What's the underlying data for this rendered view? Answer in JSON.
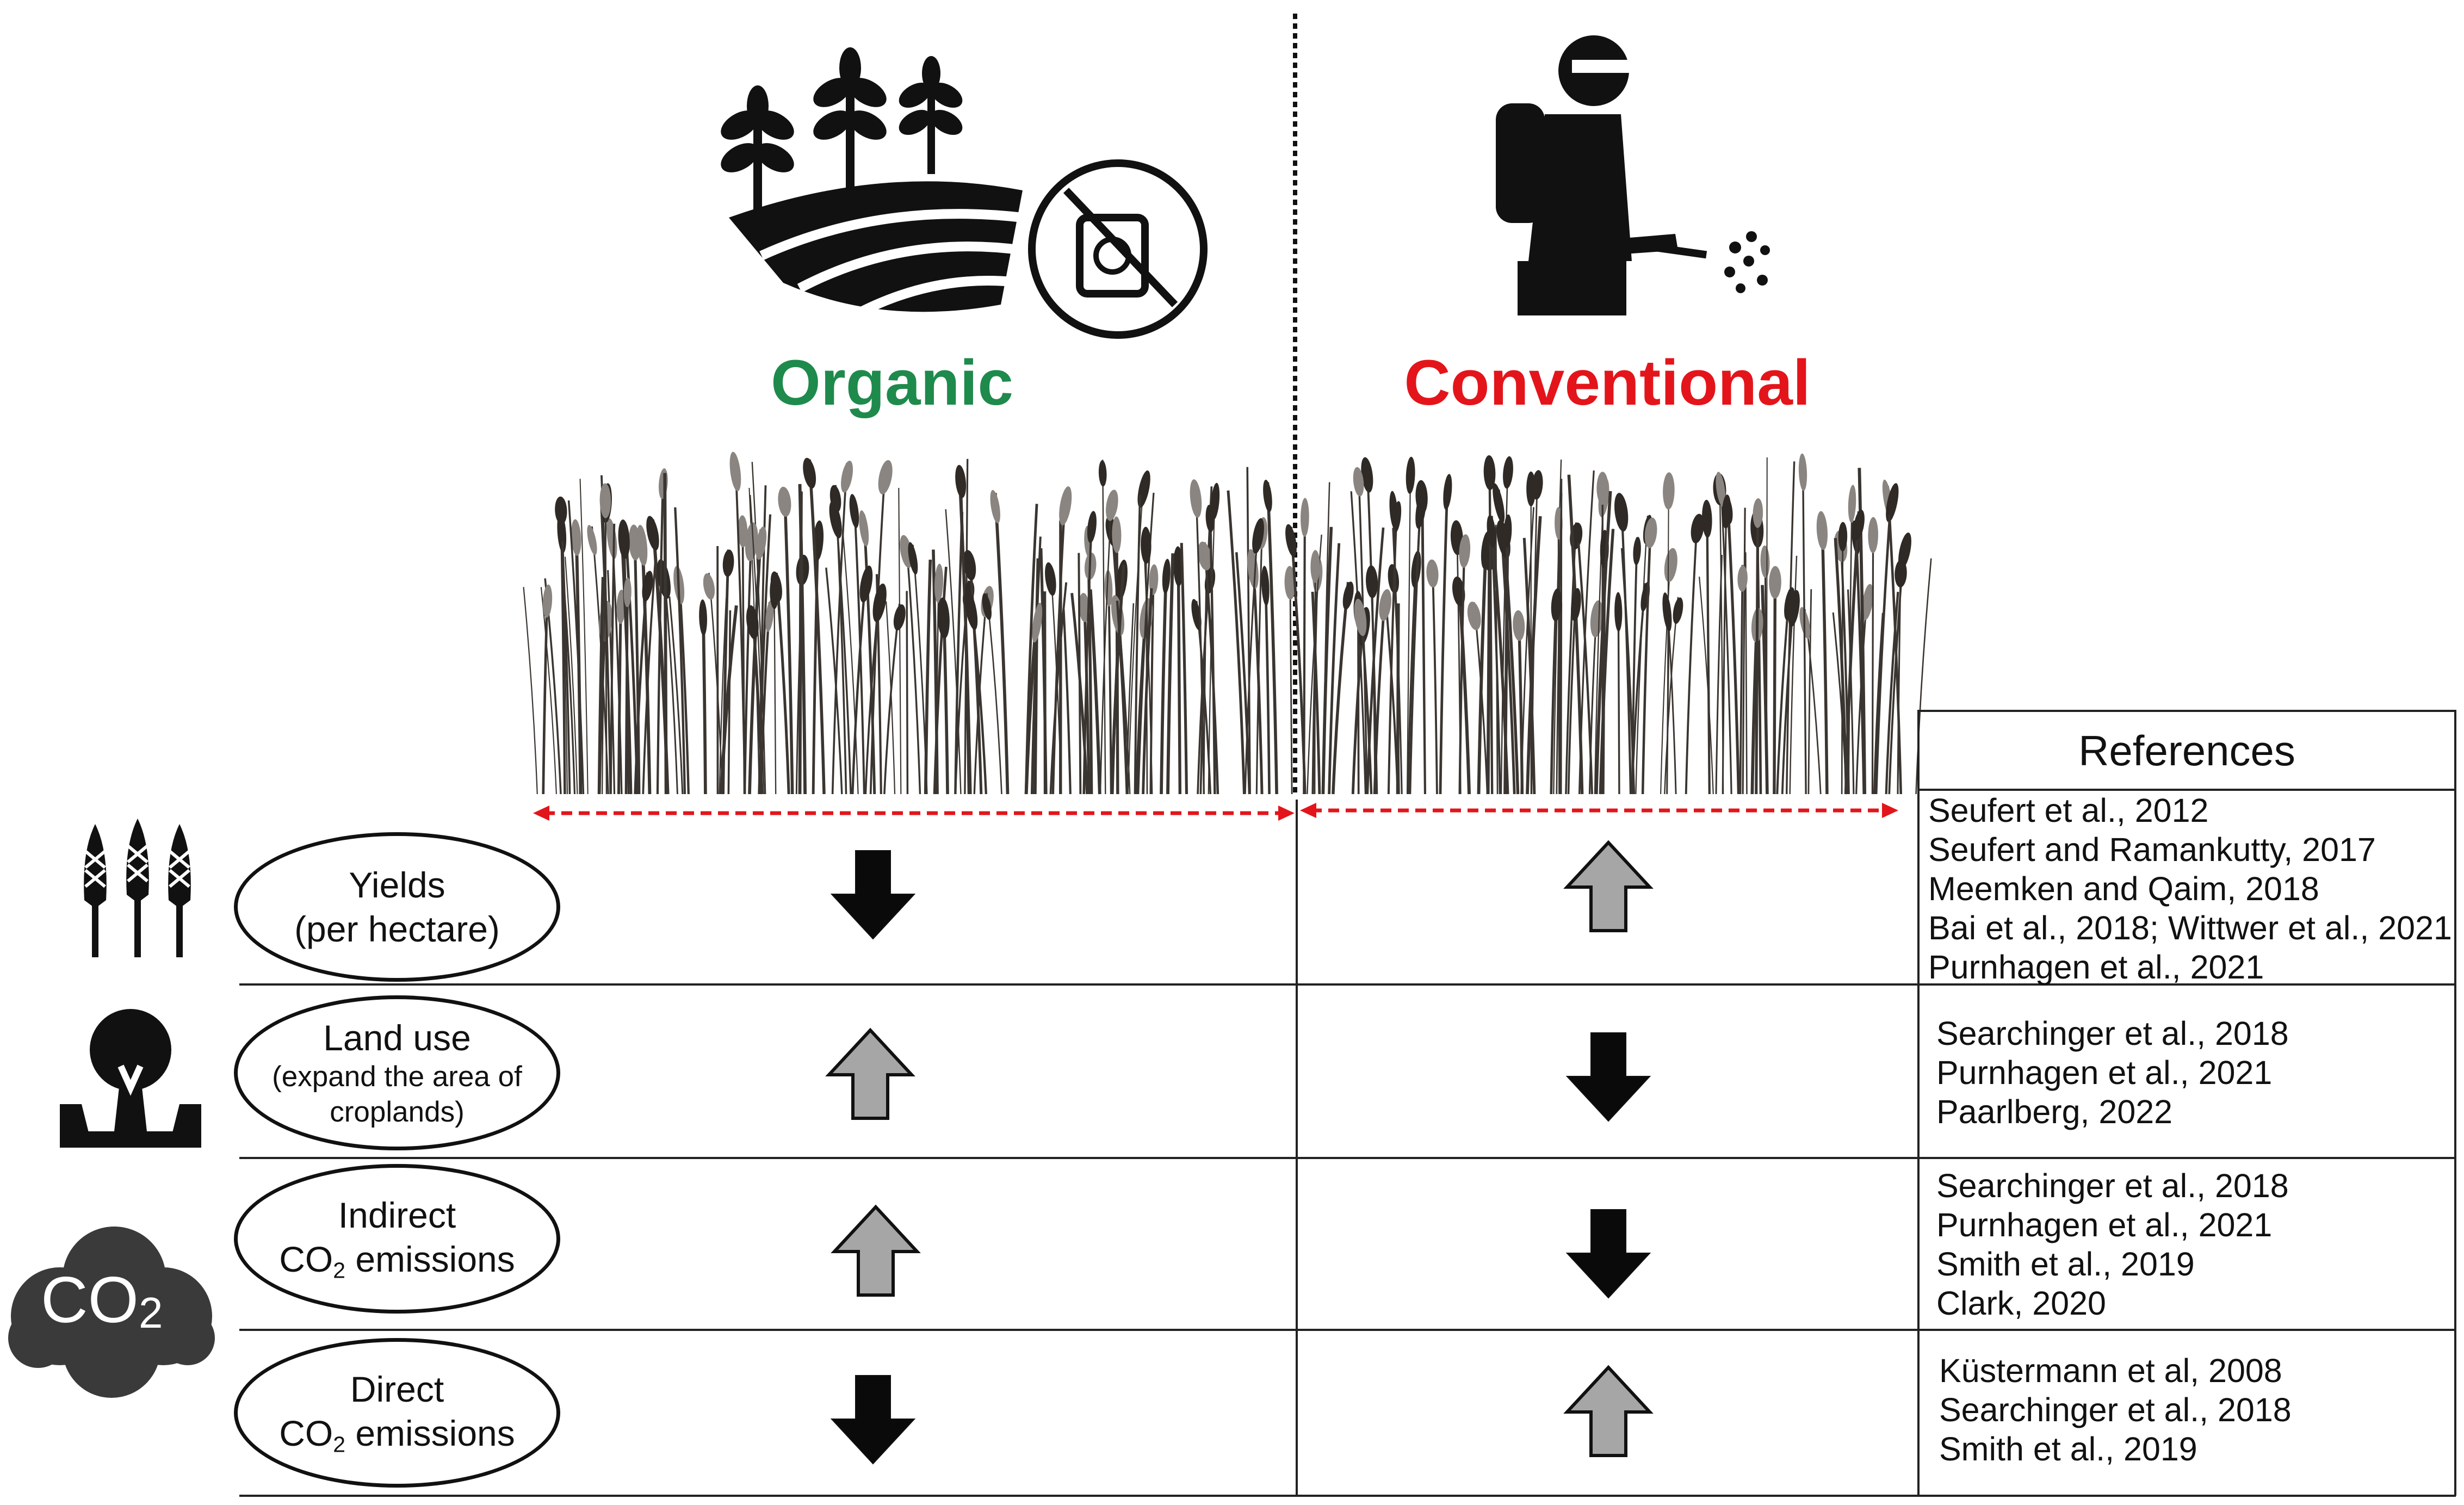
{
  "titles": {
    "organic": "Organic",
    "conventional": "Conventional",
    "organic_color": "#1e8a4c",
    "conventional_color": "#e3151b"
  },
  "references_header": "References",
  "arrow_colors": {
    "down": "#0a0a0a",
    "up": "#a6a6a6"
  },
  "rows": [
    {
      "icon": "wheat-icon",
      "label_line1": "Yields",
      "label_line2": "(per hectare)",
      "organic_arrow": "down",
      "conventional_arrow": "up",
      "references": [
        "Seufert et al., 2012",
        "Seufert and Ramankutty, 2017",
        "Meemken and Qaim, 2018",
        "Bai et al., 2018; Wittwer et al., 2021",
        "Purnhagen et al., 2021"
      ]
    },
    {
      "icon": "deforestation-tree-icon",
      "label_line1": "Land use",
      "label_line2": "(expand the area of",
      "label_line3": "croplands)",
      "organic_arrow": "up",
      "conventional_arrow": "down",
      "references": [
        "Searchinger et al., 2018",
        "Purnhagen et al., 2021",
        "Paarlberg, 2022"
      ]
    },
    {
      "icon": "co2-cloud-icon",
      "label_line1": "Indirect",
      "label_co2": "CO",
      "label_sub": "2",
      "label_rest": " emissions",
      "organic_arrow": "up",
      "conventional_arrow": "down",
      "references": [
        "Searchinger et al., 2018",
        "Purnhagen et al., 2021",
        "Smith et al., 2019",
        "Clark, 2020"
      ]
    },
    {
      "label_line1": "Direct",
      "label_co2": "CO",
      "label_sub": "2",
      "label_rest": " emissions",
      "organic_arrow": "down",
      "conventional_arrow": "up",
      "references": [
        "Küstermann et al, 2008",
        "Searchinger et al., 2018",
        "Smith et al., 2019"
      ]
    }
  ],
  "co2_icon_text": {
    "main": "CO",
    "sub": "2"
  },
  "field_arrow_color": "#e3151b"
}
